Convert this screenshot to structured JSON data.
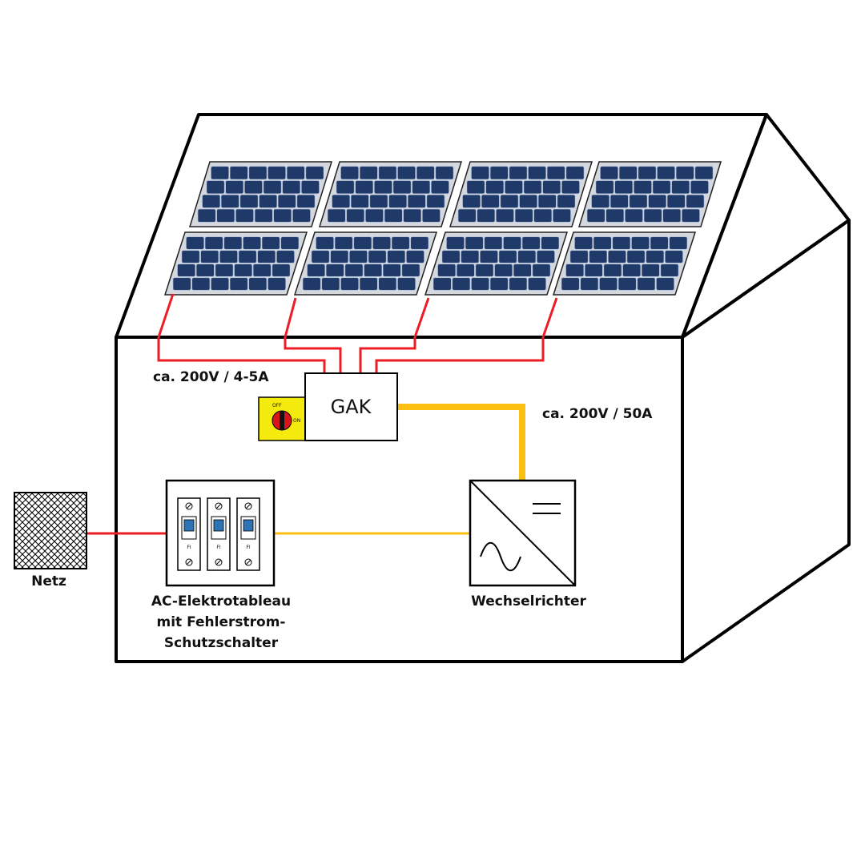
{
  "labels": {
    "dc_string": "ca. 200V / 4-5A",
    "dc_main": "ca. 200V / 50A",
    "gak": "GAK",
    "grid": "Netz",
    "ac_panel_line1": "AC-Elektrotableau",
    "ac_panel_line2": "mit Fehlerstrom-",
    "ac_panel_line3": "Schutzschalter",
    "inverter": "Wechselrichter",
    "breaker_tag": "FI",
    "switch_off": "OFF",
    "switch_on": "ON"
  },
  "colors": {
    "outline": "#000000",
    "dc_string_wire": "#ee1c25",
    "dc_main_wire": "#fbbf12",
    "ac_wire": "#fbbf12",
    "grid_wire": "#ee1c25",
    "panel_frame": "#d5d8de",
    "panel_cell": "#1f3a68",
    "switch_bg": "#f5ea0e",
    "switch_knob": "#d8151b",
    "breaker_handle": "#2f73b7"
  },
  "icons": {
    "solar_panel": "solar-panel-icon",
    "grid": "power-grid-icon",
    "inverter": "inverter-dc-ac-icon",
    "switch": "dc-disconnect-switch-icon",
    "breaker": "circuit-breaker-icon"
  },
  "panels": {
    "count": 8,
    "rows": 2,
    "columns": 4,
    "cell_rows": 4,
    "cell_columns": 6
  },
  "breakers": {
    "count": 3
  }
}
